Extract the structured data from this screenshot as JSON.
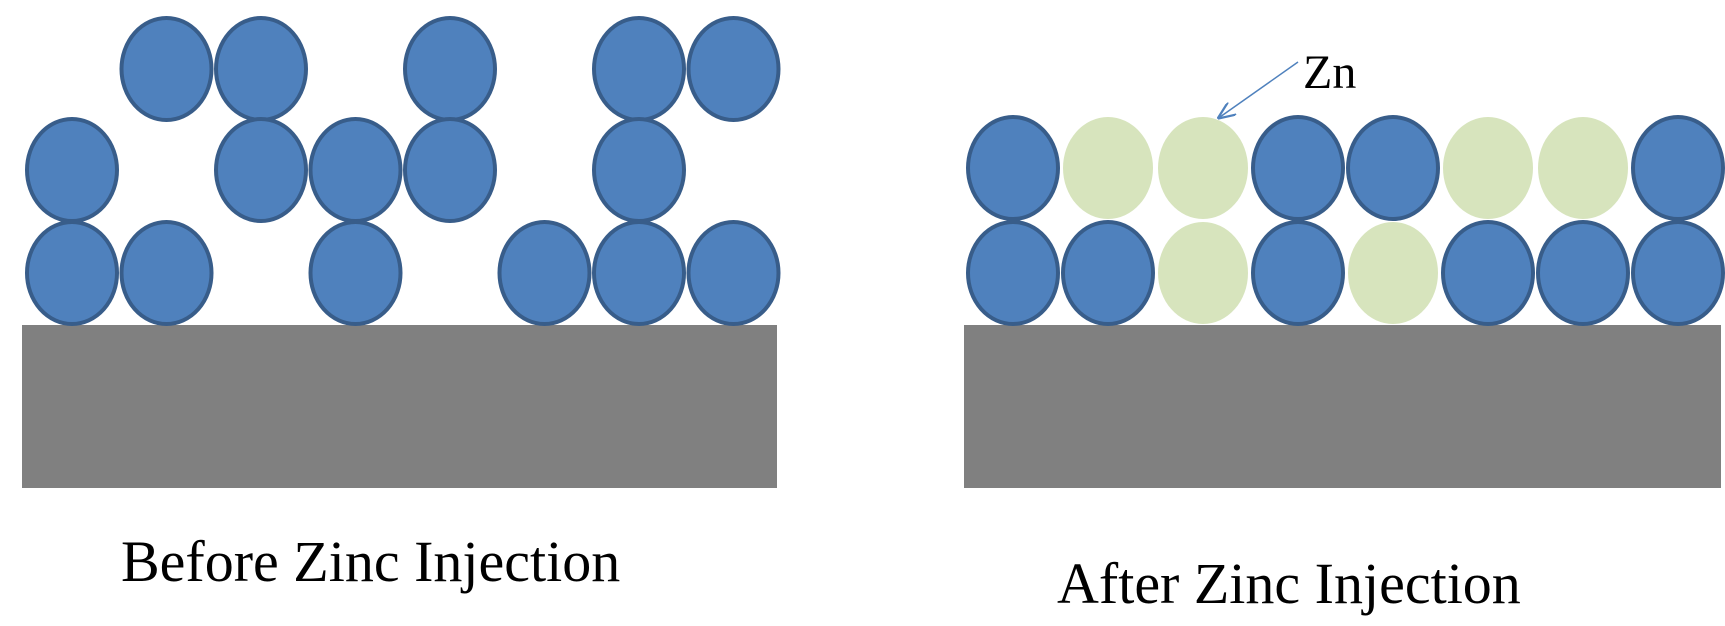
{
  "panels": [
    {
      "caption": "Before Zinc Injection",
      "rows": [
        {
          "layer": "top",
          "particles": [
            "",
            "blue",
            "blue",
            "",
            "blue",
            "",
            "blue",
            "blue"
          ]
        },
        {
          "layer": "middle",
          "particles": [
            "blue",
            "",
            "blue",
            "blue",
            "blue",
            "",
            "blue",
            ""
          ]
        },
        {
          "layer": "bottom",
          "particles": [
            "blue",
            "blue",
            "",
            "blue",
            "",
            "blue",
            "blue",
            "blue"
          ]
        }
      ]
    },
    {
      "caption": "After Zinc Injection",
      "annotation": "Zn",
      "rows": [
        {
          "layer": "middle",
          "particles": [
            "blue",
            "zinc",
            "zinc",
            "blue",
            "blue",
            "zinc",
            "zinc",
            "blue"
          ]
        },
        {
          "layer": "bottom",
          "particles": [
            "blue",
            "blue",
            "zinc",
            "blue",
            "zinc",
            "blue",
            "blue",
            "blue"
          ]
        }
      ]
    }
  ],
  "colors": {
    "particle_fill": "#4F81BD",
    "particle_stroke": "#385D8A",
    "zinc_fill": "#D7E4BD",
    "substrate": "#808080",
    "arrow": "#4F81BD",
    "text": "#000000"
  }
}
